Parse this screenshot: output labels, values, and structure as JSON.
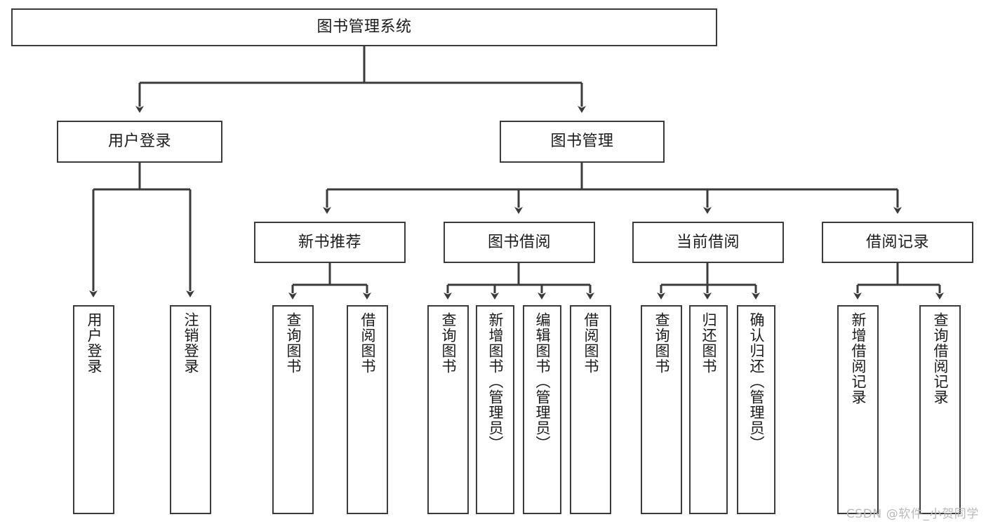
{
  "diagram": {
    "title": "图书管理系统",
    "type": "tree",
    "background_color": "#ffffff",
    "line_color": "#3b3b3b",
    "text_color": "#1b1b1b"
  },
  "root": {
    "label": "图书管理系统"
  },
  "level2": [
    {
      "label": "用户登录"
    },
    {
      "label": "图书管理"
    }
  ],
  "level3": [
    {
      "label": "新书推荐"
    },
    {
      "label": "图书借阅"
    },
    {
      "label": "当前借阅"
    },
    {
      "label": "借阅记录"
    }
  ],
  "leaves": {
    "user_login": [
      {
        "label": "用户登录"
      },
      {
        "label": "注销登录"
      }
    ],
    "new_book": [
      {
        "label": "查询图书"
      },
      {
        "label": "借阅图书"
      }
    ],
    "borrow": [
      {
        "label": "查询图书"
      },
      {
        "label": "新增图书（管理员）"
      },
      {
        "label": "编辑图书（管理员）"
      },
      {
        "label": "借阅图书"
      }
    ],
    "current": [
      {
        "label": "查询图书"
      },
      {
        "label": "归还图书"
      },
      {
        "label": "确认归还（管理员）"
      }
    ],
    "records": [
      {
        "label": "新增借阅记录"
      },
      {
        "label": "查询借阅记录"
      }
    ]
  },
  "watermark": {
    "text": "CSDN @软件_小贺同学"
  }
}
